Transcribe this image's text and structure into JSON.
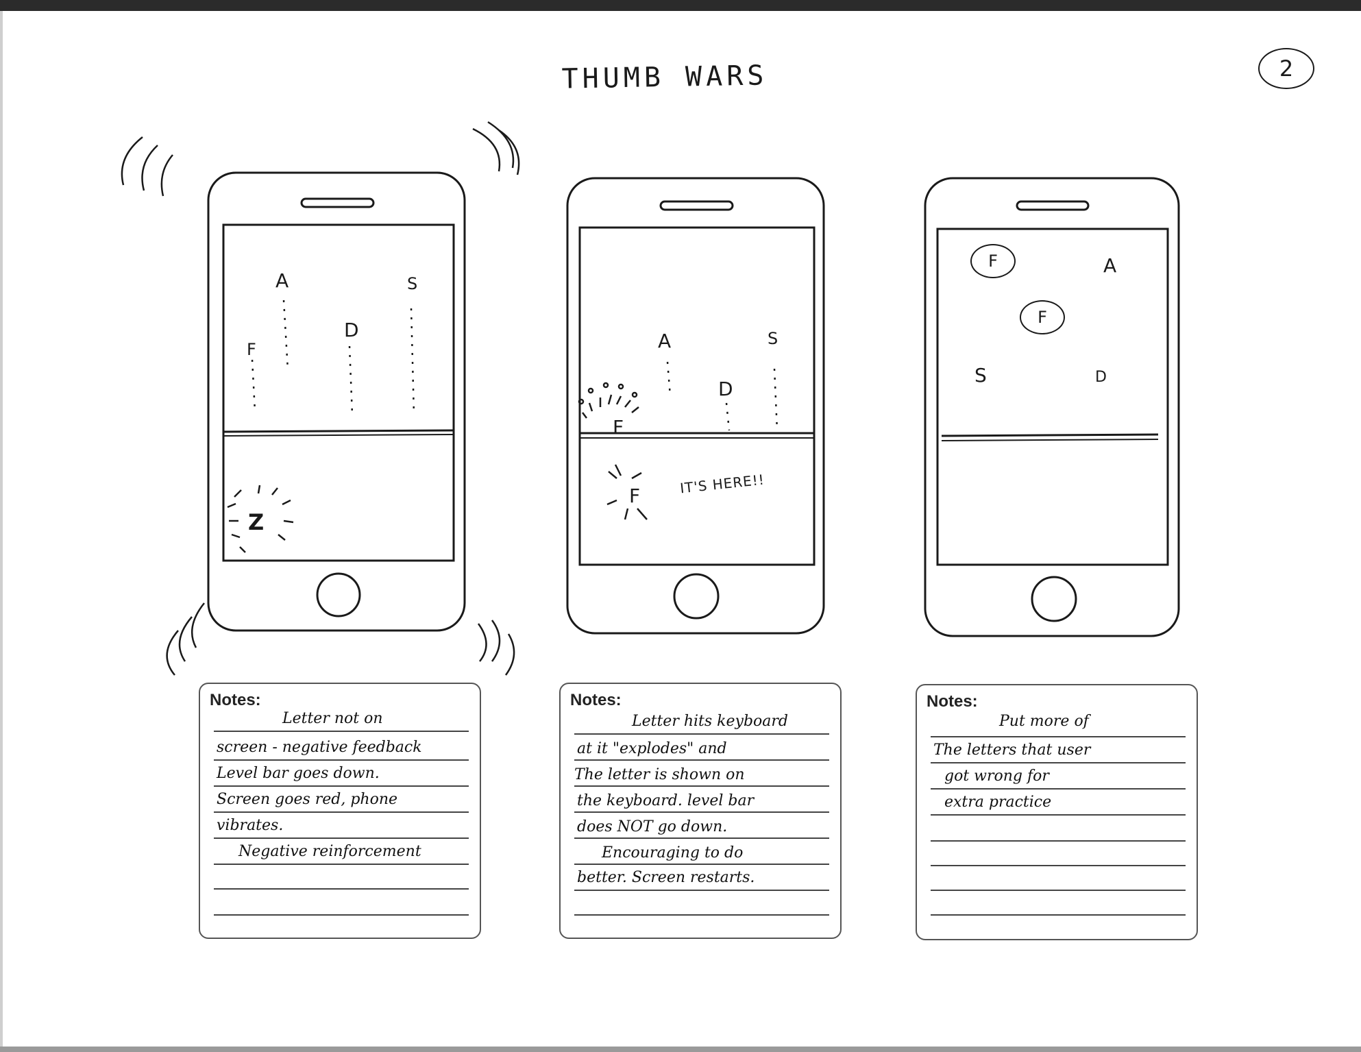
{
  "page": {
    "title": "THUMB WARS",
    "page_number": "2"
  },
  "phones": [
    {
      "letters": [
        "A",
        "S",
        "D",
        "F"
      ],
      "keyboard_letter": "Z"
    },
    {
      "letters": [
        "A",
        "S",
        "D"
      ],
      "exploding_letter": "F",
      "keyboard_letter": "F",
      "annotation": "IT'S HERE!!"
    },
    {
      "circled_letters": [
        "F",
        "F"
      ],
      "letters": [
        "A",
        "S",
        "D"
      ]
    }
  ],
  "notes": [
    {
      "label": "Notes:",
      "lines": [
        "Letter not on",
        "screen - negative feedback",
        "Level bar goes down.",
        "Screen goes red, phone",
        "vibrates.",
        "Negative reinforcement"
      ]
    },
    {
      "label": "Notes:",
      "lines": [
        "Letter hits keyboard",
        "at it \"explodes\" and",
        "The letter is shown on",
        "the keyboard. level bar",
        "does NOT go down.",
        "Encouraging to do",
        "better. Screen restarts."
      ]
    },
    {
      "label": "Notes:",
      "lines": [
        "Put more of",
        "The letters that user",
        "got wrong for",
        "extra practice"
      ]
    }
  ],
  "colors": {
    "ink": "#1a1a1a",
    "paper": "#ffffff"
  }
}
